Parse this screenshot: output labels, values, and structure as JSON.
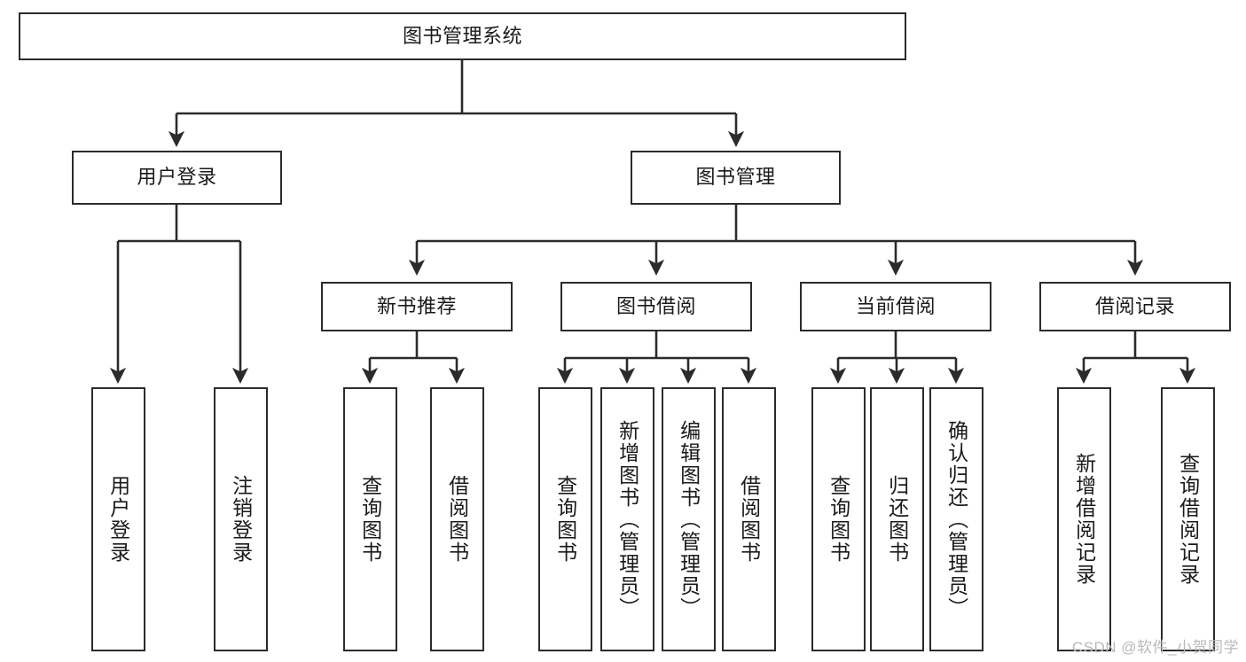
{
  "diagram": {
    "type": "tree-hierarchy-chart",
    "title": "图书管理系统",
    "watermark": "CSDN @软件_小贺同学",
    "colors": {
      "box_border": "#2b2b2b",
      "box_fill": "#ffffff",
      "connector": "#2b2b2b",
      "text": "#1a1a1a",
      "watermark": "#b9b9b9",
      "background": "#ffffff"
    },
    "nodes": {
      "root": {
        "label": "图书管理系统"
      },
      "level2": [
        {
          "id": "user-login",
          "label": "用户登录"
        },
        {
          "id": "book-management",
          "label": "图书管理"
        }
      ],
      "level3": [
        {
          "id": "new-book-recommend",
          "label": "新书推荐"
        },
        {
          "id": "book-borrow",
          "label": "图书借阅"
        },
        {
          "id": "current-borrow",
          "label": "当前借阅"
        },
        {
          "id": "borrow-record",
          "label": "借阅记录"
        }
      ],
      "leaves": {
        "user-login": [
          {
            "id": "leaf-user-login",
            "label": "用户登录"
          },
          {
            "id": "leaf-logout-login",
            "label": "注销登录"
          }
        ],
        "new-book-recommend": [
          {
            "id": "leaf-query-book-1",
            "label": "查询图书"
          },
          {
            "id": "leaf-borrow-book-1",
            "label": "借阅图书"
          }
        ],
        "book-borrow": [
          {
            "id": "leaf-query-book-2",
            "label": "查询图书"
          },
          {
            "id": "leaf-add-book",
            "label": "新增图书（管理员）"
          },
          {
            "id": "leaf-edit-book",
            "label": "编辑图书（管理员）"
          },
          {
            "id": "leaf-borrow-book-2",
            "label": "借阅图书"
          }
        ],
        "current-borrow": [
          {
            "id": "leaf-query-book-3",
            "label": "查询图书"
          },
          {
            "id": "leaf-return-book",
            "label": "归还图书"
          },
          {
            "id": "leaf-confirm-return",
            "label": "确认归还（管理员）"
          }
        ],
        "borrow-record": [
          {
            "id": "leaf-add-record",
            "label": "新增借阅记录"
          },
          {
            "id": "leaf-query-record",
            "label": "查询借阅记录"
          }
        ]
      }
    }
  }
}
